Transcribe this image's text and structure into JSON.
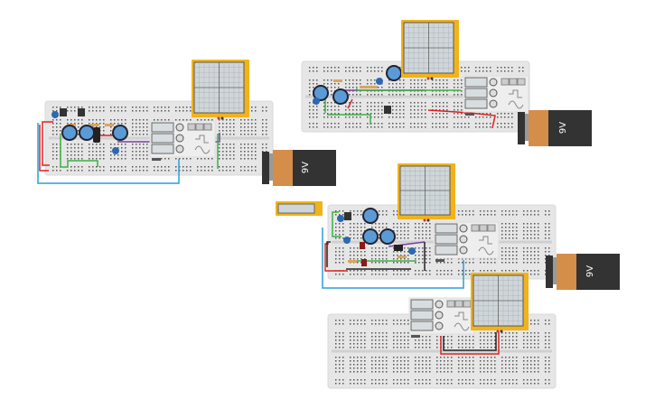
{
  "workspace": {
    "app": "circuit-simulator-canvas"
  },
  "batteries": [
    {
      "label": "9V"
    },
    {
      "label": "9V"
    },
    {
      "label": "9V"
    }
  ],
  "colors": {
    "breadboard": "#e6e6e6",
    "scope_frame": "#f0b31c",
    "scope_screen": "#cfd6d8",
    "battery_orange": "#d58d4a",
    "battery_body": "#333333",
    "knob": "#5b9bd5",
    "wire_red": "#e02020",
    "wire_blue": "#2a9fd6",
    "wire_green": "#3cb043",
    "wire_purple": "#7a3fa0",
    "wire_black": "#222222"
  }
}
